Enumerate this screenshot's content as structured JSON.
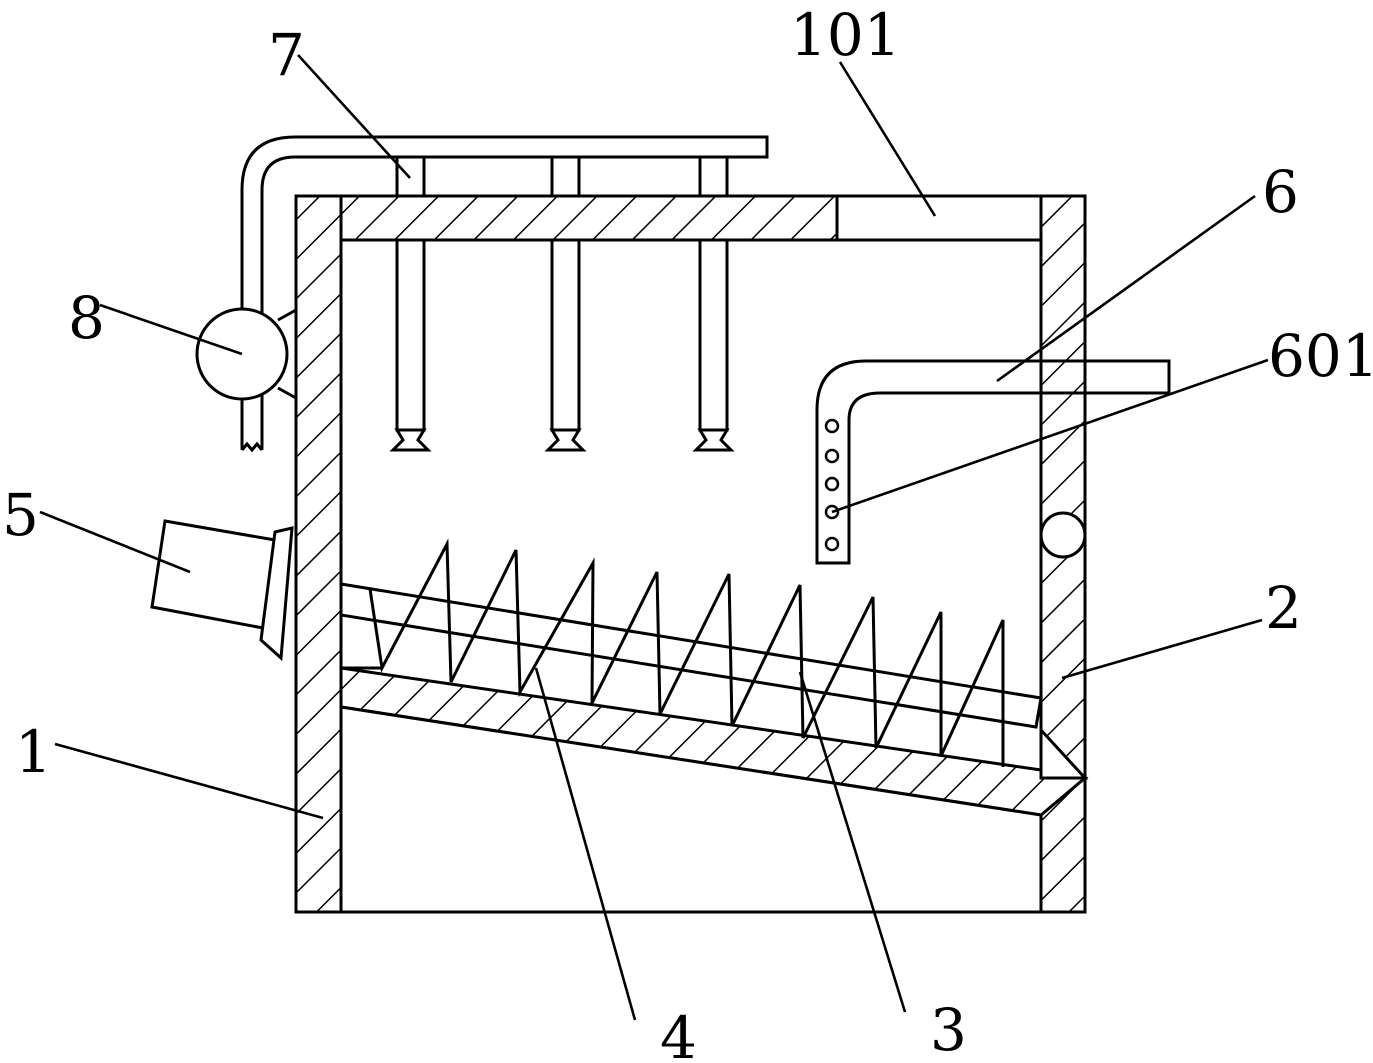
{
  "diagram": {
    "colors": {
      "line": "#000000",
      "background": "#ffffff"
    },
    "labels": {
      "l1": "1",
      "l2": "2",
      "l3": "3",
      "l4": "4",
      "l5": "5",
      "l6": "6",
      "l7": "7",
      "l8": "8",
      "l101": "101",
      "l601": "601"
    }
  }
}
